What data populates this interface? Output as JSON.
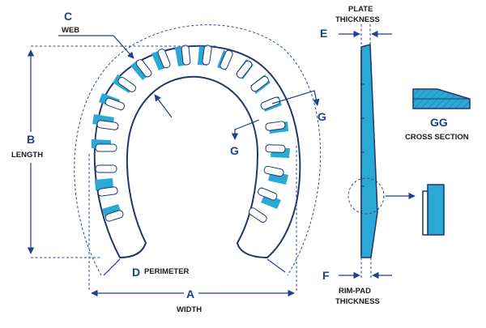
{
  "labels": {
    "c_letter": "C",
    "c_word": "WEB",
    "b_letter": "B",
    "b_word": "LENGTH",
    "a_letter": "A",
    "a_word": "WIDTH",
    "d_letter": "D",
    "d_word": "PERIMETER",
    "g1": "G",
    "g2": "G",
    "e_letter": "E",
    "plate_line1": "PLATE",
    "plate_line2": "THICKNESS",
    "f_letter": "F",
    "rim_line1": "RIM-PAD",
    "rim_line2": "THICKNESS",
    "gg_title": "GG",
    "gg_sub": "CROSS SECTION"
  },
  "colors": {
    "accent_blue": "#29a9d6",
    "line_blue": "#1f3f8f",
    "outline": "#23356b",
    "text_dark": "#1a1a1a"
  }
}
